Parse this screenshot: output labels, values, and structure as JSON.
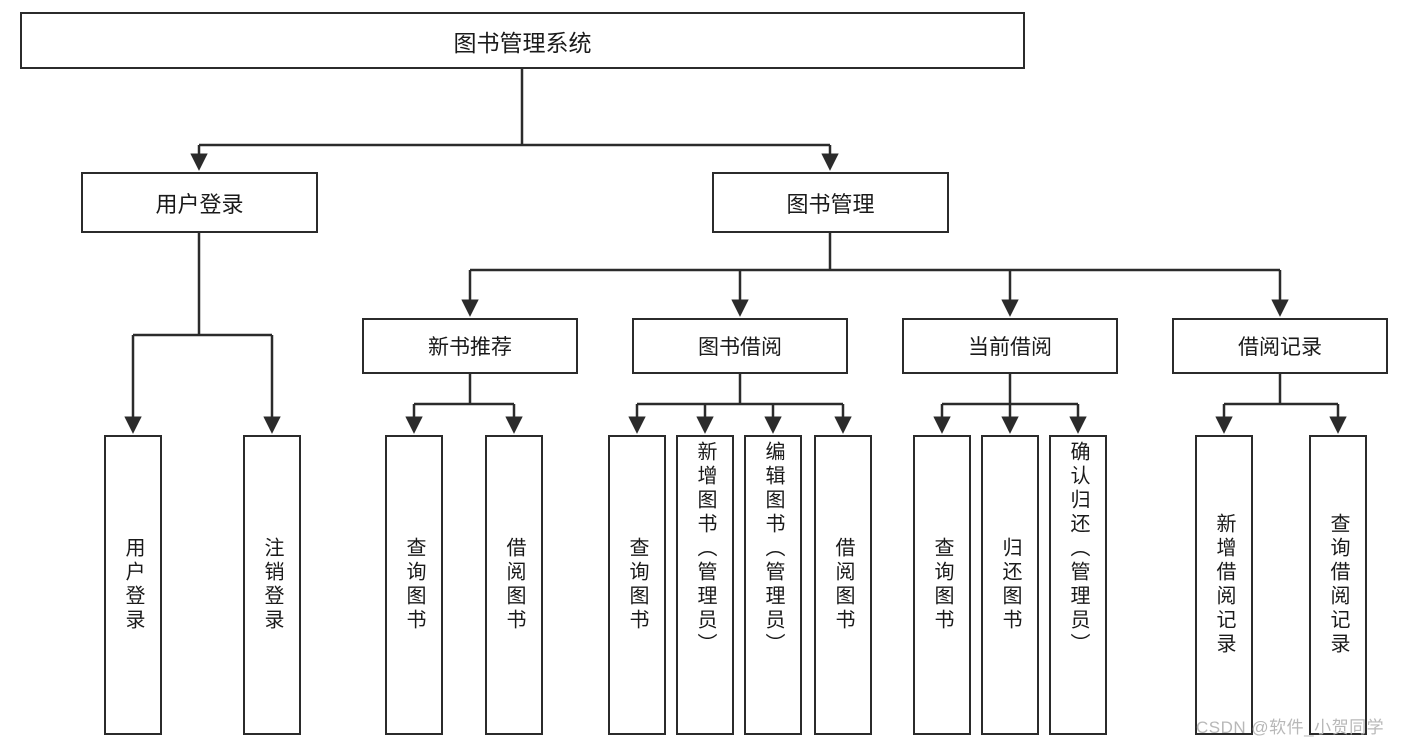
{
  "diagram": {
    "title": "图书管理系统",
    "watermark": "CSDN @软件_小贺同学",
    "colors": {
      "border": "#2b2b2b",
      "background": "#ffffff",
      "text": "#1a1a1a",
      "watermark": "#b8b8b8"
    },
    "level1": [
      {
        "label": "用户登录"
      },
      {
        "label": "图书管理"
      }
    ],
    "level2": [
      {
        "label": "新书推荐"
      },
      {
        "label": "图书借阅"
      },
      {
        "label": "当前借阅"
      },
      {
        "label": "借阅记录"
      }
    ],
    "leaves": {
      "user_login": [
        {
          "label": "用户登录"
        },
        {
          "label": "注销登录"
        }
      ],
      "new_book_recommend": [
        {
          "label": "查询图书"
        },
        {
          "label": "借阅图书"
        }
      ],
      "book_borrow": [
        {
          "label": "查询图书"
        },
        {
          "label": "新增图书（管理员）"
        },
        {
          "label": "编辑图书（管理员）"
        },
        {
          "label": "借阅图书"
        }
      ],
      "current_borrow": [
        {
          "label": "查询图书"
        },
        {
          "label": "归还图书"
        },
        {
          "label": "确认归还（管理员）"
        }
      ],
      "borrow_record": [
        {
          "label": "新增借阅记录"
        },
        {
          "label": "查询借阅记录"
        }
      ]
    }
  },
  "chart_data": {
    "type": "table",
    "title": "图书管理系统",
    "structure": "tree",
    "nodes": [
      {
        "id": "root",
        "label": "图书管理系统",
        "level": 0,
        "parent": null
      },
      {
        "id": "n1",
        "label": "用户登录",
        "level": 1,
        "parent": "root"
      },
      {
        "id": "n2",
        "label": "图书管理",
        "level": 1,
        "parent": "root"
      },
      {
        "id": "n1a",
        "label": "用户登录",
        "level": 2,
        "parent": "n1"
      },
      {
        "id": "n1b",
        "label": "注销登录",
        "level": 2,
        "parent": "n1"
      },
      {
        "id": "n2a",
        "label": "新书推荐",
        "level": 2,
        "parent": "n2"
      },
      {
        "id": "n2b",
        "label": "图书借阅",
        "level": 2,
        "parent": "n2"
      },
      {
        "id": "n2c",
        "label": "当前借阅",
        "level": 2,
        "parent": "n2"
      },
      {
        "id": "n2d",
        "label": "借阅记录",
        "level": 2,
        "parent": "n2"
      },
      {
        "id": "n2a1",
        "label": "查询图书",
        "level": 3,
        "parent": "n2a"
      },
      {
        "id": "n2a2",
        "label": "借阅图书",
        "level": 3,
        "parent": "n2a"
      },
      {
        "id": "n2b1",
        "label": "查询图书",
        "level": 3,
        "parent": "n2b"
      },
      {
        "id": "n2b2",
        "label": "新增图书（管理员）",
        "level": 3,
        "parent": "n2b"
      },
      {
        "id": "n2b3",
        "label": "编辑图书（管理员）",
        "level": 3,
        "parent": "n2b"
      },
      {
        "id": "n2b4",
        "label": "借阅图书",
        "level": 3,
        "parent": "n2b"
      },
      {
        "id": "n2c1",
        "label": "查询图书",
        "level": 3,
        "parent": "n2c"
      },
      {
        "id": "n2c2",
        "label": "归还图书",
        "level": 3,
        "parent": "n2c"
      },
      {
        "id": "n2c3",
        "label": "确认归还（管理员）",
        "level": 3,
        "parent": "n2c"
      },
      {
        "id": "n2d1",
        "label": "新增借阅记录",
        "level": 3,
        "parent": "n2d"
      },
      {
        "id": "n2d2",
        "label": "查询借阅记录",
        "level": 3,
        "parent": "n2d"
      }
    ]
  }
}
